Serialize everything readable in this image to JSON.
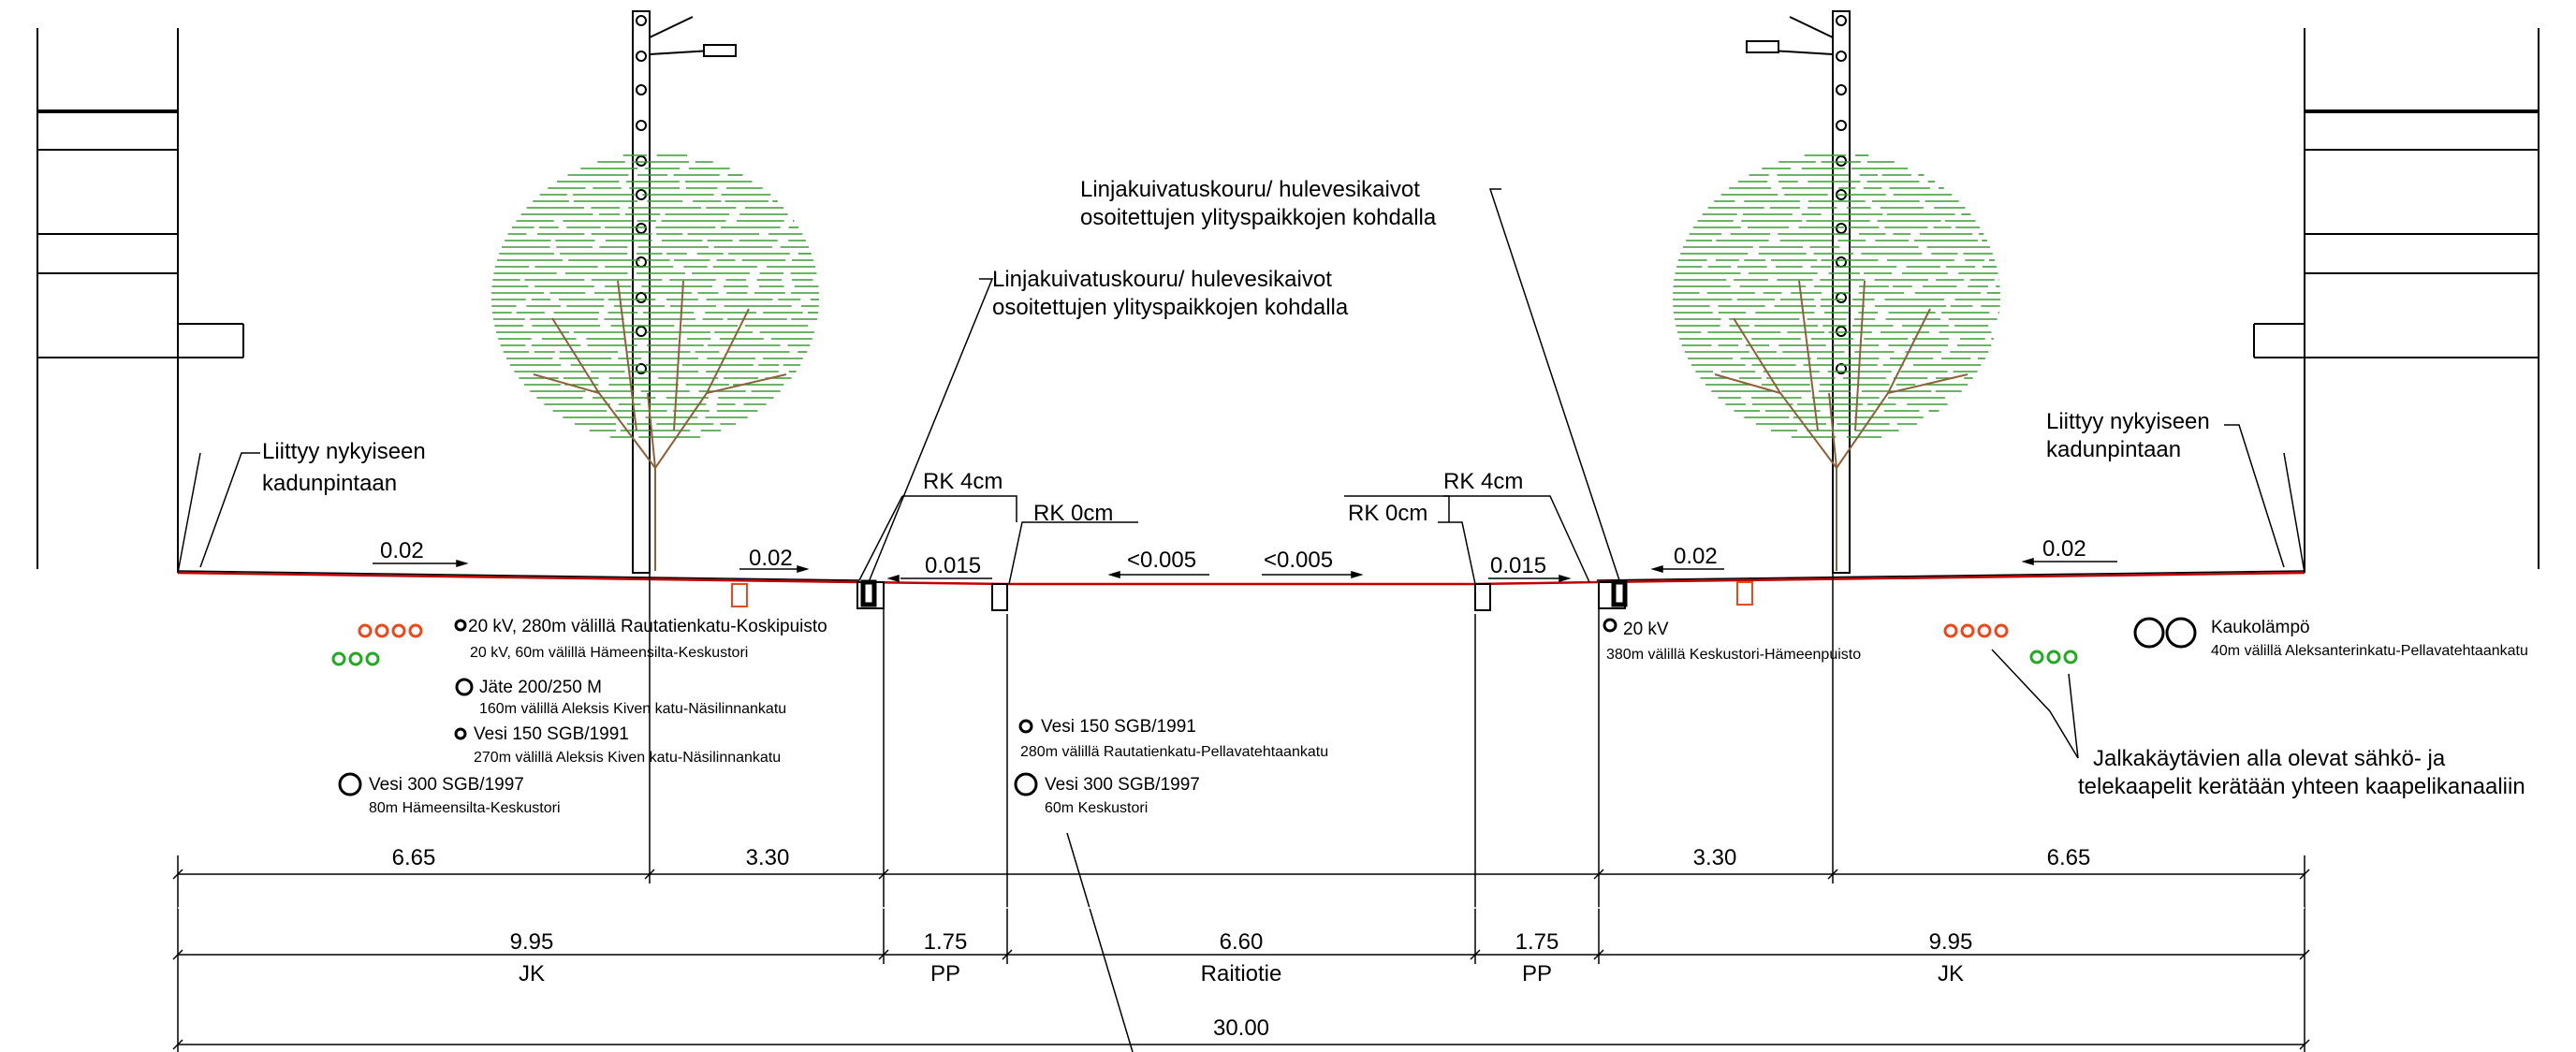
{
  "colors": {
    "line": "#000000",
    "surface": "#c00000",
    "tree_foliage": "#3a9a32",
    "tree_branch": "#8c6239",
    "cable_red": "#e8491d",
    "cable_green": "#22aa22"
  },
  "notes": {
    "drainage_left_1": "Linjakuivatuskouru/ hulevesikaivot",
    "drainage_left_2": "osoitettujen ylityspaikkojen kohdalla",
    "drainage_right_1": "Linjakuivatuskouru/ hulevesikaivot",
    "drainage_right_2": "osoitettujen ylityspaikkojen kohdalla",
    "connect_left_1": "Liittyy nykyiseen",
    "connect_left_2": "kadunpintaan",
    "connect_right_1": "Liittyy nykyiseen",
    "connect_right_2": "kadunpintaan",
    "walkway_cables_1": "Jalkakäytävien alla olevat sähkö- ja",
    "walkway_cables_2": "telekaapelit kerätään yhteen kaapelikanaaliin"
  },
  "curbs": {
    "rk_4cm_left": "RK 4cm",
    "rk_0cm_left": "RK 0cm",
    "rk_0cm_right": "RK 0cm",
    "rk_4cm_right": "RK 4cm"
  },
  "slopes": {
    "s1": "0.02",
    "s2": "0.02",
    "s3": "0.015",
    "s4": "<0.005",
    "s5": "<0.005",
    "s6": "0.015",
    "s7": "0.02",
    "s8": "0.02"
  },
  "utilities": {
    "kv20_left_title": "20 kV, 280m välillä Rautatienkatu-Koskipuisto",
    "kv20_left_sub": "20 kV, 60m välillä Hämeensilta-Keskustori",
    "jate_title": "Jäte 200/250 M",
    "jate_sub": "160m välillä Aleksis Kiven katu-Näsilinnankatu",
    "vesi150_left_title": "Vesi 150 SGB/1991",
    "vesi150_left_sub": "270m välillä Aleksis Kiven katu-Näsilinnankatu",
    "vesi300_left_title": "Vesi 300 SGB/1997",
    "vesi300_left_sub": "80m Hämeensilta-Keskustori",
    "vesi150_mid_title": "Vesi 150 SGB/1991",
    "vesi150_mid_sub": "280m välillä Rautatienkatu-Pellavatehtaankatu",
    "vesi300_mid_title": "Vesi 300 SGB/1997",
    "vesi300_mid_sub": "60m Keskustori",
    "kv20_right_title": "20 kV",
    "kv20_right_sub": "380m välillä Keskustori-Hämeenpuisto",
    "kaukolampo_title": "Kaukolämpö",
    "kaukolampo_sub": "40m välillä Aleksanterinkatu-Pellavatehtaankatu"
  },
  "dimensions": {
    "row1": [
      "6.65",
      "3.30",
      "3.30",
      "6.65"
    ],
    "row2": [
      "9.95",
      "1.75",
      "6.60",
      "1.75",
      "9.95"
    ],
    "row2_labels": [
      "JK",
      "PP",
      "Raitiotie",
      "PP",
      "JK"
    ],
    "total": "30.00"
  }
}
